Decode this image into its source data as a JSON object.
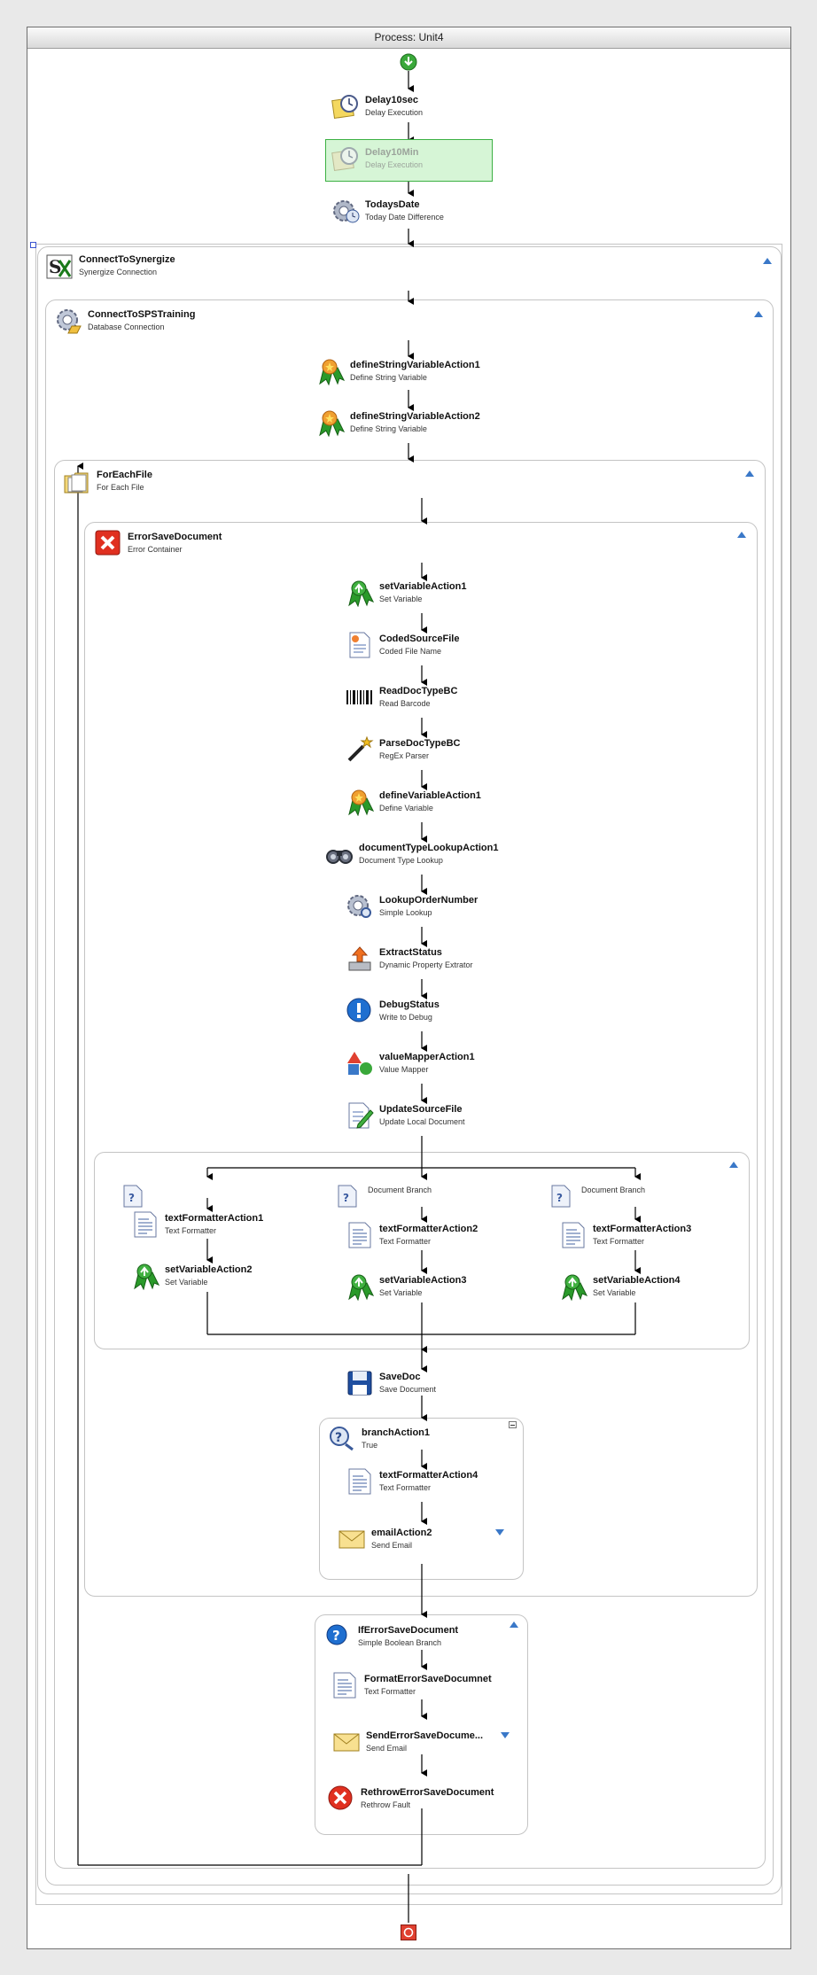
{
  "window": {
    "title": "Process: Unit4"
  },
  "actions": {
    "delay10sec": {
      "name": "Delay10sec",
      "sub": "Delay Execution"
    },
    "delay10min": {
      "name": "Delay10Min",
      "sub": "Delay Execution"
    },
    "todaysdate": {
      "name": "TodaysDate",
      "sub": "Today Date Difference"
    },
    "connect_synergize": {
      "name": "ConnectToSynergize",
      "sub": "Synergize Connection"
    },
    "connect_sps": {
      "name": "ConnectToSPSTraining",
      "sub": "Database Connection"
    },
    "define_str1": {
      "name": "defineStringVariableAction1",
      "sub": "Define String Variable"
    },
    "define_str2": {
      "name": "defineStringVariableAction2",
      "sub": "Define String Variable"
    },
    "foreachfile": {
      "name": "ForEachFile",
      "sub": "For Each File"
    },
    "errorsave": {
      "name": "ErrorSaveDocument",
      "sub": "Error Container"
    },
    "setvar1": {
      "name": "setVariableAction1",
      "sub": "Set Variable"
    },
    "codedsource": {
      "name": "CodedSourceFile",
      "sub": "Coded File Name"
    },
    "readdoctype": {
      "name": "ReadDocTypeBC",
      "sub": "Read Barcode"
    },
    "parsedoctype": {
      "name": "ParseDocTypeBC",
      "sub": "RegEx Parser"
    },
    "definevar1": {
      "name": "defineVariableAction1",
      "sub": "Define Variable"
    },
    "doctypelookup": {
      "name": "documentTypeLookupAction1",
      "sub": "Document Type Lookup"
    },
    "lookuporder": {
      "name": "LookupOrderNumber",
      "sub": "Simple Lookup"
    },
    "extractstatus": {
      "name": "ExtractStatus",
      "sub": "Dynamic Property Extrator"
    },
    "debugstatus": {
      "name": "DebugStatus",
      "sub": "Write to Debug"
    },
    "valuemapper": {
      "name": "valueMapperAction1",
      "sub": "Value Mapper"
    },
    "updatesource": {
      "name": "UpdateSourceFile",
      "sub": "Update Local Document"
    },
    "textfmt1": {
      "name": "textFormatterAction1",
      "sub": "Text Formatter"
    },
    "setvar2": {
      "name": "setVariableAction2",
      "sub": "Set Variable"
    },
    "textfmt2": {
      "name": "textFormatterAction2",
      "sub": "Text Formatter"
    },
    "setvar3": {
      "name": "setVariableAction3",
      "sub": "Set Variable"
    },
    "textfmt3": {
      "name": "textFormatterAction3",
      "sub": "Text Formatter"
    },
    "setvar4": {
      "name": "setVariableAction4",
      "sub": "Set Variable"
    },
    "savedoc": {
      "name": "SaveDoc",
      "sub": "Save Document"
    },
    "branch1": {
      "name": "branchAction1",
      "sub": "True"
    },
    "textfmt4": {
      "name": "textFormatterAction4",
      "sub": "Text Formatter"
    },
    "email2": {
      "name": "emailAction2",
      "sub": "Send Email"
    },
    "iferror": {
      "name": "IfErrorSaveDocument",
      "sub": "Simple Boolean Branch"
    },
    "formaterror": {
      "name": "FormatErrorSaveDocumnet",
      "sub": "Text Formatter"
    },
    "senderror": {
      "name": "SendErrorSaveDocume...",
      "sub": "Send Email"
    },
    "rethrow": {
      "name": "RethrowErrorSaveDocument",
      "sub": "Rethrow Fault"
    }
  },
  "branch_labels": {
    "doc_branch_2": "Document Branch",
    "doc_branch_3": "Document Branch"
  },
  "colors": {
    "accent_triangle": "#3a78c8",
    "disabled_fill": "#d6f5d6",
    "disabled_border": "#3cb043",
    "start_green": "#3aa83a",
    "end_red": "#e04030"
  }
}
